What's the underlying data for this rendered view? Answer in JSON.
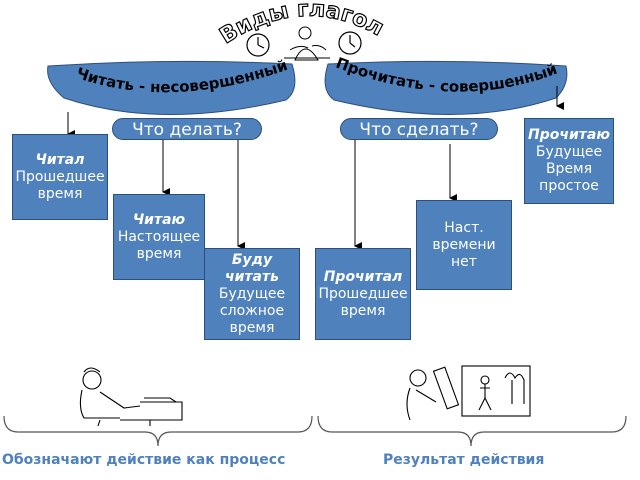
{
  "title": "Виды глагола",
  "banner_left": "Читать - несовершенный",
  "banner_right": "Прочитать - совершенный",
  "question_left": "Что делать?",
  "question_right": "Что сделать?",
  "boxes": {
    "chital": {
      "verb": "Читал",
      "line1": "Прошедшее",
      "line2": "время"
    },
    "chitayu": {
      "verb": "Читаю",
      "line1": "Настоящее",
      "line2": "время"
    },
    "budu": {
      "verb1": "Буду",
      "verb2": "читать",
      "line1": "Будущее",
      "line2": "сложное",
      "line3": "время"
    },
    "prochital": {
      "verb": "Прочитал",
      "line1": "Прошедшее",
      "line2": "время"
    },
    "nast": {
      "line1": "Наст.",
      "line2": "времени",
      "line3": "нет"
    },
    "prochitayu": {
      "verb": "Прочитаю",
      "line1": "Будущее",
      "line2": "Время",
      "line3": "простое"
    }
  },
  "bottom_left": "Обозначают действие как процесс",
  "bottom_right": "Результат действия",
  "colors": {
    "box": "#4f81bd",
    "border": "#2c4f7c",
    "text_blue": "#4f81bd"
  }
}
